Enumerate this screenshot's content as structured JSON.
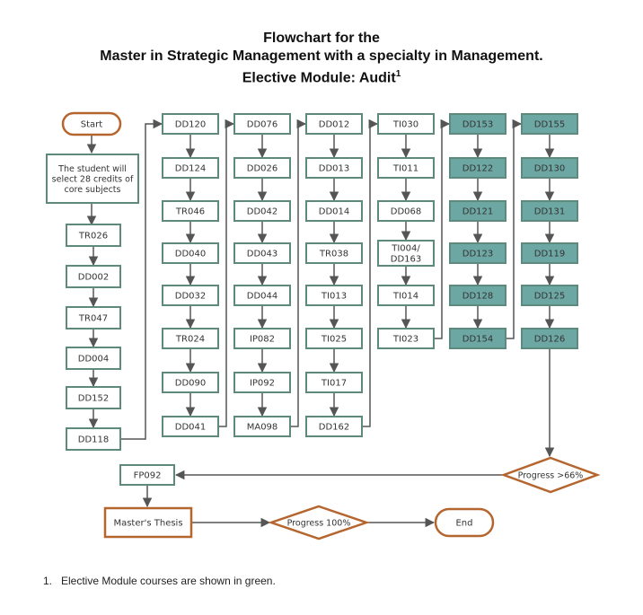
{
  "title": {
    "line1": "Flowchart for the",
    "line2": "Master in Strategic Management with a specialty in Management.",
    "line3": "Elective Module: Audit",
    "line3_sup": "1"
  },
  "nodes": {
    "start": "Start",
    "intro": [
      "The student will",
      "select 28 credits of",
      "core subjects"
    ],
    "col0": [
      "TR026",
      "DD002",
      "TR047",
      "DD004",
      "DD152",
      "DD118"
    ],
    "col1": [
      "DD120",
      "DD124",
      "TR046",
      "DD040",
      "DD032",
      "TR024",
      "DD090",
      "DD041"
    ],
    "col2": [
      "DD076",
      "DD026",
      "DD042",
      "DD043",
      "DD044",
      "IP082",
      "IP092",
      "MA098"
    ],
    "col3": [
      "DD012",
      "DD013",
      "DD014",
      "TR038",
      "TI013",
      "TI025",
      "TI017",
      "DD162"
    ],
    "col4": [
      "TI030",
      "TI011",
      "DD068",
      "TI004/\nDD163",
      "TI014",
      "TI023"
    ],
    "col5": [
      "DD153",
      "DD122",
      "DD121",
      "DD123",
      "DD128",
      "DD154"
    ],
    "col6": [
      "DD155",
      "DD130",
      "DD131",
      "DD119",
      "DD125",
      "DD126"
    ],
    "fp092": "FP092",
    "progress66": "Progress >66%",
    "thesis": "Master's Thesis",
    "progress100": "Progress 100%",
    "end": "End"
  },
  "footnote": {
    "number": "1.",
    "text": "Elective Module courses are shown in green."
  },
  "colors": {
    "core_border": "#5e8a7e",
    "elective_fill": "#6da7a3",
    "terminal_border": "#b5652e",
    "arrow": "#555555",
    "text": "#333333"
  }
}
